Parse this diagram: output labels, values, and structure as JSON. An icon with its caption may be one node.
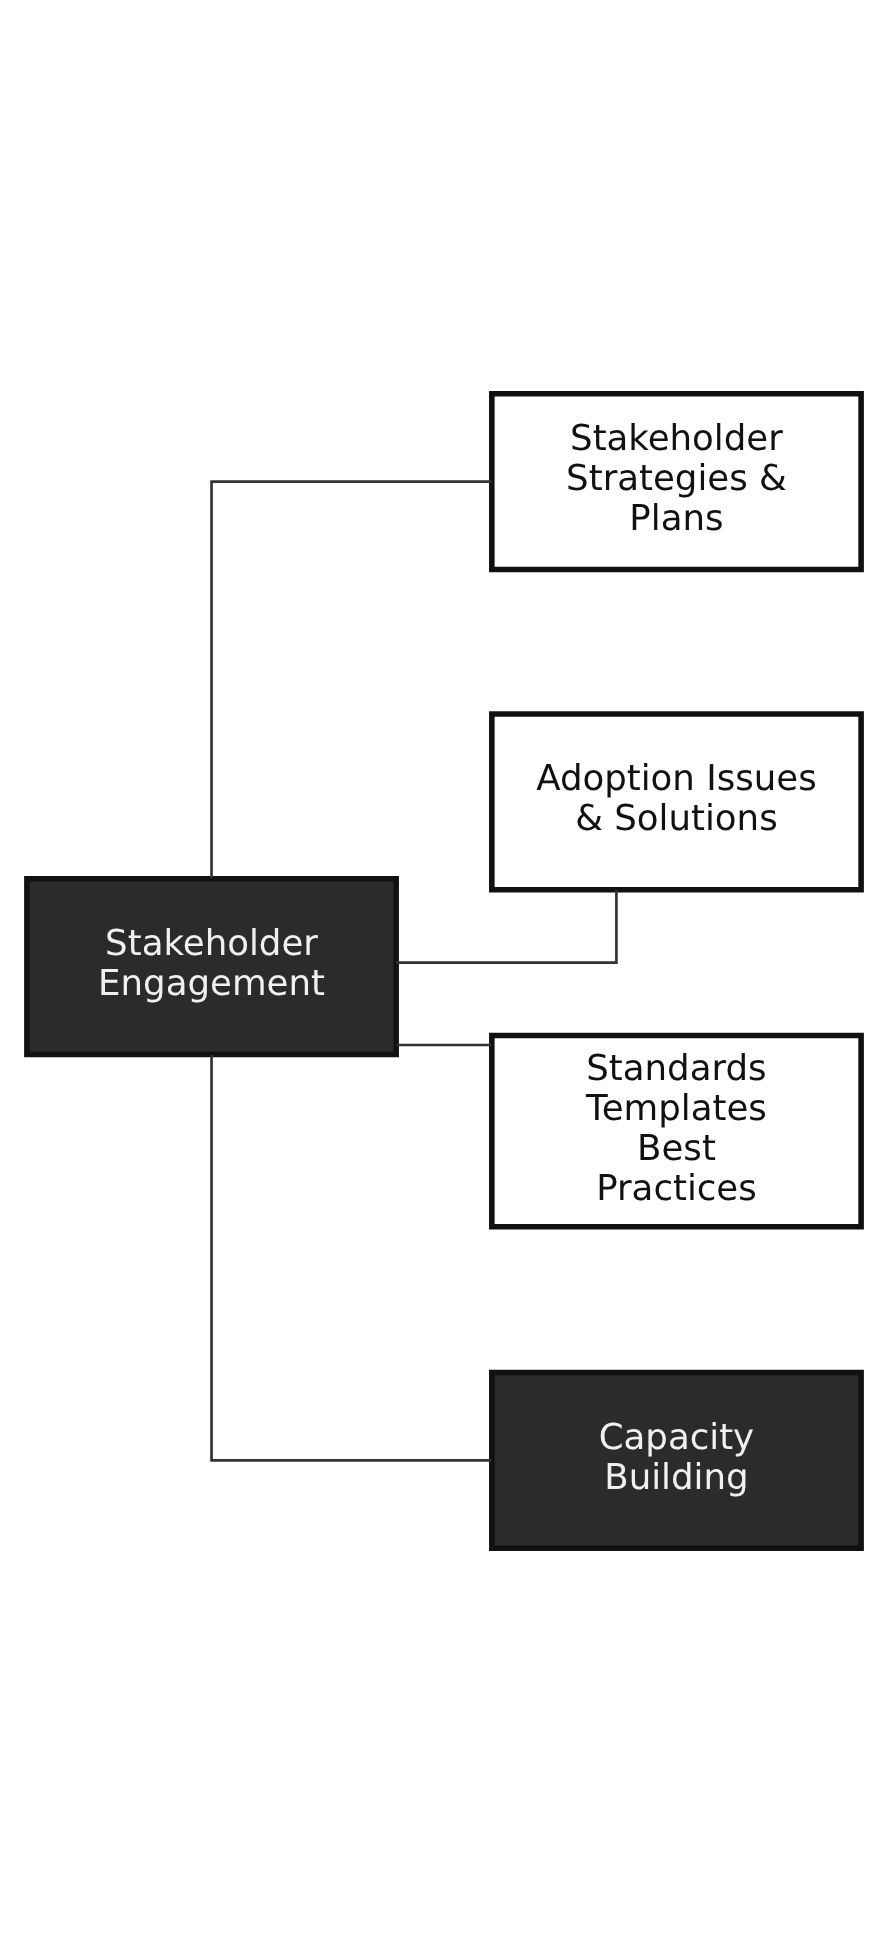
{
  "diagram": {
    "nodes": [
      {
        "text": [
          "Stakeholder Engagement"
        ]
      },
      {
        "text": [
          "Stakeholder Strategies & Plans"
        ]
      },
      {
        "text": [
          "Adoption Issues & Solutions"
        ]
      },
      {
        "text": [
          "Standards Templates Best Practices"
        ]
      },
      {
        "text": [
          "Capacity Building"
        ]
      }
    ],
    "edges": [
      {
        "from": 0,
        "to": 1,
        "arrow": "none"
      },
      {
        "from": 0,
        "to": 2,
        "arrow": "none"
      },
      {
        "from": 0,
        "to": 3,
        "arrow": "none"
      },
      {
        "from": 0,
        "to": 4,
        "arrow": "none"
      }
    ]
  }
}
